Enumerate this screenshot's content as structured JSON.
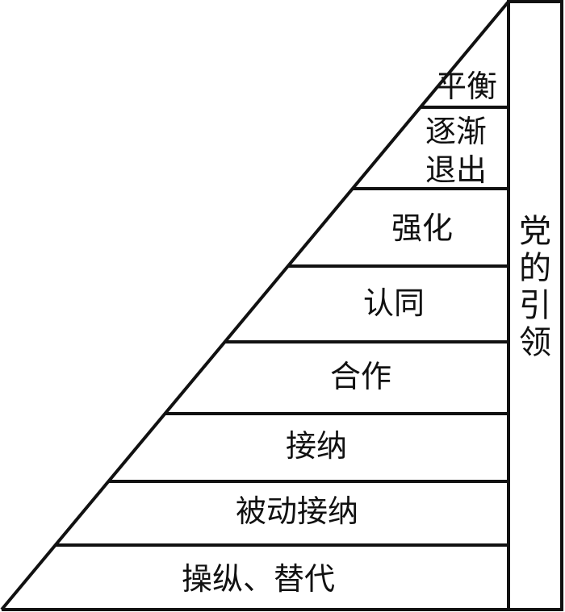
{
  "levels": [
    {
      "label": "平衡"
    },
    {
      "label": "逐渐",
      "label2": "退出"
    },
    {
      "label": "强化"
    },
    {
      "label": "认同"
    },
    {
      "label": "合作"
    },
    {
      "label": "接纳"
    },
    {
      "label": "被动接纳"
    },
    {
      "label": "操纵、替代"
    }
  ],
  "side": {
    "chars": [
      "党",
      "的",
      "引",
      "领"
    ]
  }
}
